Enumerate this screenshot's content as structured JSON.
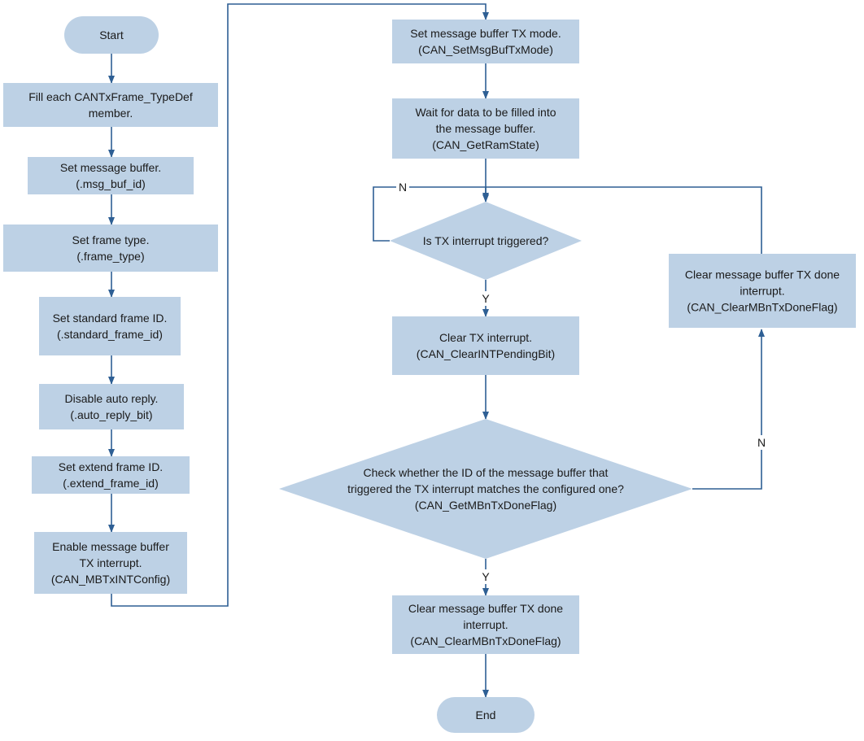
{
  "nodes": {
    "start": {
      "type": "terminal",
      "lines": [
        "Start"
      ]
    },
    "fill_frame": {
      "type": "process",
      "lines": [
        "Fill each CANTxFrame_TypeDef",
        "member."
      ]
    },
    "set_msg_buf": {
      "type": "process",
      "lines": [
        "Set message buffer.",
        "(.msg_buf_id)"
      ]
    },
    "set_frame_type": {
      "type": "process",
      "lines": [
        "Set frame type.",
        "(.frame_type)"
      ]
    },
    "set_std_id": {
      "type": "process",
      "lines": [
        "Set standard frame ID.",
        "(.standard_frame_id)"
      ]
    },
    "disable_auto_reply": {
      "type": "process",
      "lines": [
        "Disable auto reply.",
        "(.auto_reply_bit)"
      ]
    },
    "set_ext_id": {
      "type": "process",
      "lines": [
        "Set extend frame ID.",
        "(.extend_frame_id)"
      ]
    },
    "enable_tx_int": {
      "type": "process",
      "lines": [
        "Enable message buffer",
        "TX interrupt.",
        "(CAN_MBTxINTConfig)"
      ]
    },
    "set_tx_mode": {
      "type": "process",
      "lines": [
        "Set message buffer TX mode.",
        "(CAN_SetMsgBufTxMode)"
      ]
    },
    "wait_data": {
      "type": "process",
      "lines": [
        "Wait for data to be filled into",
        "the message buffer.",
        "(CAN_GetRamState)"
      ]
    },
    "is_tx_int": {
      "type": "decision",
      "lines": [
        "Is TX interrupt triggered?"
      ]
    },
    "clear_tx_int": {
      "type": "process",
      "lines": [
        "Clear TX interrupt.",
        "(CAN_ClearINTPendingBit)"
      ]
    },
    "check_id": {
      "type": "decision",
      "lines": [
        "Check whether the ID of the message buffer that",
        "triggered the TX interrupt matches the configured one?",
        "(CAN_GetMBnTxDoneFlag)"
      ]
    },
    "clear_done_right": {
      "type": "process",
      "lines": [
        "Clear message buffer TX done",
        "interrupt.",
        "(CAN_ClearMBnTxDoneFlag)"
      ]
    },
    "clear_done_bottom": {
      "type": "process",
      "lines": [
        "Clear message buffer TX done",
        "interrupt.",
        "(CAN_ClearMBnTxDoneFlag)"
      ]
    },
    "end": {
      "type": "terminal",
      "lines": [
        "End"
      ]
    }
  },
  "edges": [
    {
      "from": "start",
      "to": "fill_frame",
      "label": ""
    },
    {
      "from": "fill_frame",
      "to": "set_msg_buf",
      "label": ""
    },
    {
      "from": "set_msg_buf",
      "to": "set_frame_type",
      "label": ""
    },
    {
      "from": "set_frame_type",
      "to": "set_std_id",
      "label": ""
    },
    {
      "from": "set_std_id",
      "to": "disable_auto_reply",
      "label": ""
    },
    {
      "from": "disable_auto_reply",
      "to": "set_ext_id",
      "label": ""
    },
    {
      "from": "set_ext_id",
      "to": "enable_tx_int",
      "label": ""
    },
    {
      "from": "enable_tx_int",
      "to": "set_tx_mode",
      "label": ""
    },
    {
      "from": "set_tx_mode",
      "to": "wait_data",
      "label": ""
    },
    {
      "from": "wait_data",
      "to": "is_tx_int",
      "label": ""
    },
    {
      "from": "is_tx_int",
      "to": "is_tx_int",
      "label": "N"
    },
    {
      "from": "is_tx_int",
      "to": "clear_tx_int",
      "label": "Y"
    },
    {
      "from": "clear_tx_int",
      "to": "check_id",
      "label": ""
    },
    {
      "from": "check_id",
      "to": "clear_done_right",
      "label": "N"
    },
    {
      "from": "clear_done_right",
      "to": "is_tx_int",
      "label": ""
    },
    {
      "from": "check_id",
      "to": "clear_done_bottom",
      "label": "Y"
    },
    {
      "from": "clear_done_bottom",
      "to": "end",
      "label": ""
    }
  ],
  "colors": {
    "node_fill": "#bdd1e5",
    "edge": "#2e5f94",
    "text": "#1a1a1a"
  }
}
